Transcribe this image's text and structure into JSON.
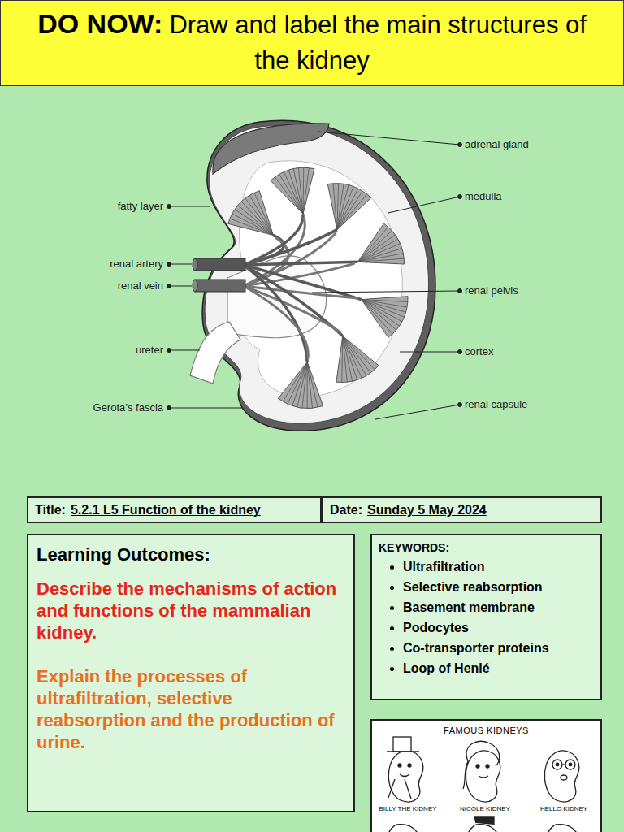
{
  "diagram": {
    "nodes": [
      {
        "text": [
          "DO NOW:",
          "Draw and label the main structures of the kidney"
        ]
      },
      {
        "text": [
          "Title:",
          "5.2.1 L5 Function of the kidney"
        ]
      },
      {
        "text": [
          "Date:",
          "Sunday 5 May 2024"
        ]
      },
      {
        "text": [
          "Learning Outcomes:",
          "Describe the mechanisms of action and functions of the mammalian kidney.",
          "Explain the processes of ultrafiltration, selective reabsorption and the production of urine."
        ]
      },
      {
        "text": [
          "KEYWORDS:",
          "Ultrafiltration",
          "Selective reabsorption",
          "Basement membrane",
          "Podocytes",
          "Co-transporter proteins",
          "Loop of Henlé"
        ]
      },
      {
        "text": [
          "FAMOUS KIDNEYS",
          "BILLY THE KIDNEY",
          "NICOLE KIDNEY",
          "HELLO KIDNEY"
        ]
      }
    ],
    "labels": [
      "adrenal gland",
      "medulla",
      "renal pelvis",
      "cortex",
      "renal capsule",
      "fatty layer",
      "renal artery",
      "renal vein",
      "ureter",
      "Gerota’s fascia"
    ]
  }
}
